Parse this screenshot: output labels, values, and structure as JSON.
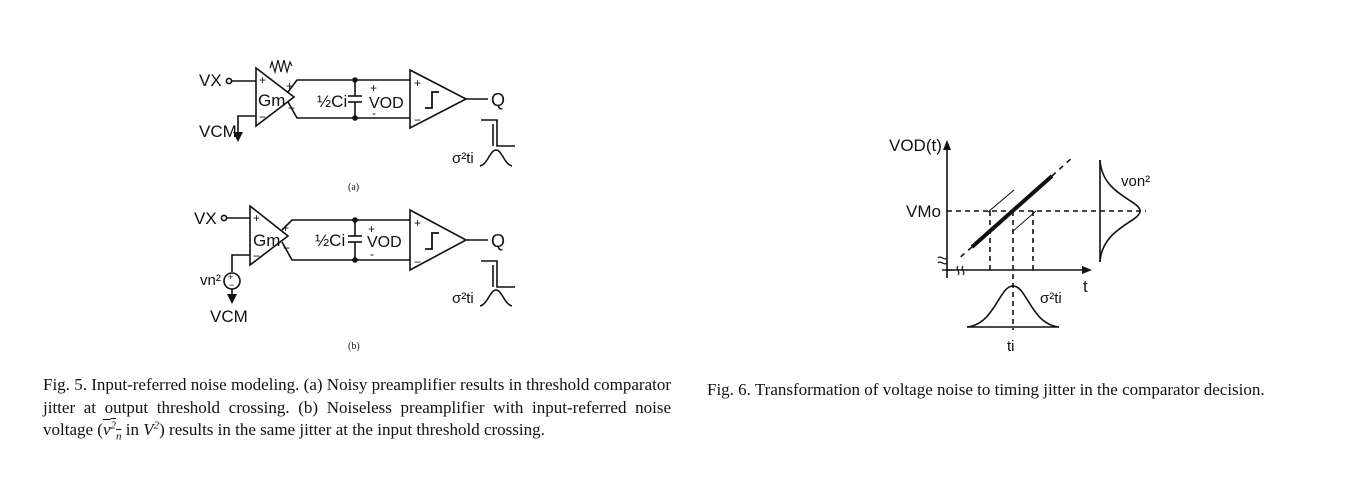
{
  "fig5": {
    "a": {
      "input_label": "VX",
      "cm_label": "VCM",
      "gm_label": "Gm",
      "cap_label": "½Ci",
      "vod_label": "VOD",
      "out_label": "Q",
      "sigma_label": "σ²ti",
      "sublabel": "(a)"
    },
    "b": {
      "input_label": "VX",
      "noise_label": "vn²",
      "cm_label": "VCM",
      "gm_label": "Gm",
      "cap_label": "½Ci",
      "vod_label": "VOD",
      "out_label": "Q",
      "sigma_label": "σ²ti",
      "sublabel": "(b)"
    },
    "caption": {
      "prefix": "Fig. 5.",
      "text1": "Input-referred noise modeling. (a) Noisy preamplifier results in threshold comparator jitter at output threshold crossing. (b) Noiseless preamplifier with input-referred noise voltage (",
      "math1": "v",
      "math1_sup": "2",
      "math1_sub": "n",
      "text2": " in ",
      "math2": "V",
      "math2_sup": "2",
      "text3": ") results in the same jitter at the input threshold crossing."
    }
  },
  "fig6": {
    "y_label": "VOD(t)",
    "vmo_label": "VMo",
    "von_label": "von²",
    "sigma_label": "σ²ti",
    "t_label": "t",
    "ti_label": "ti",
    "caption": {
      "prefix": "Fig. 6.",
      "text": "Transformation of voltage noise to timing jitter in the comparator decision."
    }
  }
}
